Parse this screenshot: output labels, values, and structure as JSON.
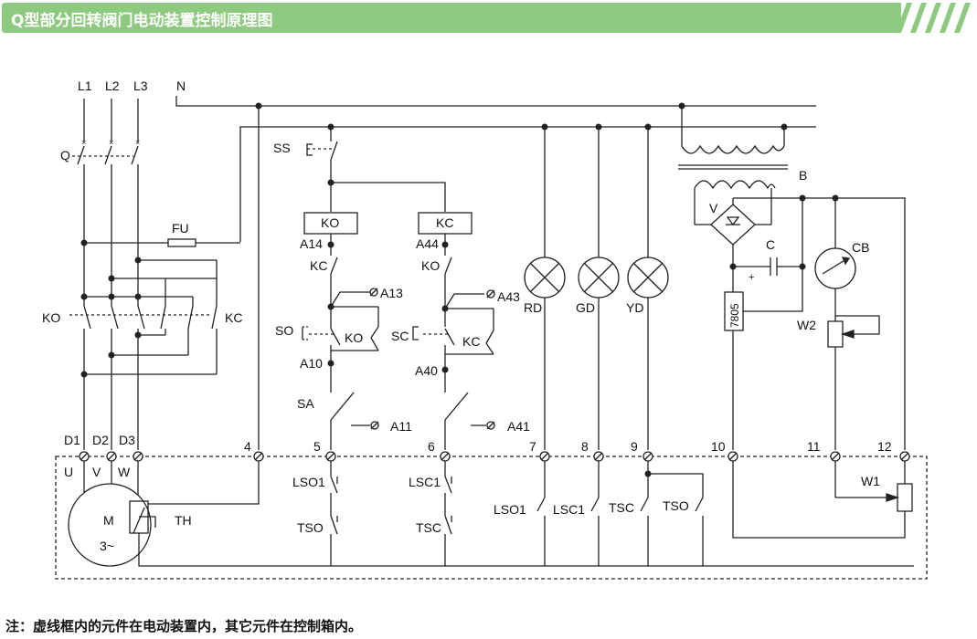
{
  "header": {
    "title": "Q型部分回转阀门电动装置控制原理图",
    "band_color": "#8dc97f",
    "title_color": "#ffffff"
  },
  "diagram": {
    "power_lines": [
      "L1",
      "L2",
      "L3",
      "N"
    ],
    "breaker": "Q",
    "fuse": "FU",
    "contactor_open": "KO",
    "contactor_close": "KC",
    "stop_switch": "SS",
    "coil_open": "KO",
    "coil_close": "KC",
    "nodes": {
      "a14": "A14",
      "a44": "A44",
      "a13": "A13",
      "a43": "A43",
      "a10": "A10",
      "a40": "A40",
      "a11": "A11",
      "a41": "A41"
    },
    "interlock_in_open": "KC",
    "interlock_in_close": "KO",
    "button_open": "SO",
    "button_close": "SC",
    "holding_open": "KO",
    "holding_close": "KC",
    "selector": "SA",
    "lamps": [
      "RD",
      "GD",
      "YD"
    ],
    "rectifier": "V",
    "capacitor": "C",
    "capacitor_polarity": "+",
    "regulator": "7805",
    "meter": "CB",
    "pot_w2": "W2",
    "pot_w1": "W1",
    "node_b": "B",
    "terminals": [
      "D1",
      "D2",
      "D3",
      "4",
      "5",
      "6",
      "7",
      "8",
      "9",
      "10",
      "11",
      "12"
    ],
    "motor_phases": [
      "U",
      "V",
      "W"
    ],
    "motor": "M",
    "motor_type": "3~",
    "thermal": "TH",
    "limit_open_nc": "LSO1",
    "torque_open_nc": "TSO",
    "limit_close_nc": "LSC1",
    "torque_close_nc": "TSC",
    "aux_contacts": [
      "LSO1",
      "LSC1",
      "TSC",
      "TSO"
    ]
  },
  "footnote": "注：虚线框内的元件在电动装置内，其它元件在控制箱内。"
}
